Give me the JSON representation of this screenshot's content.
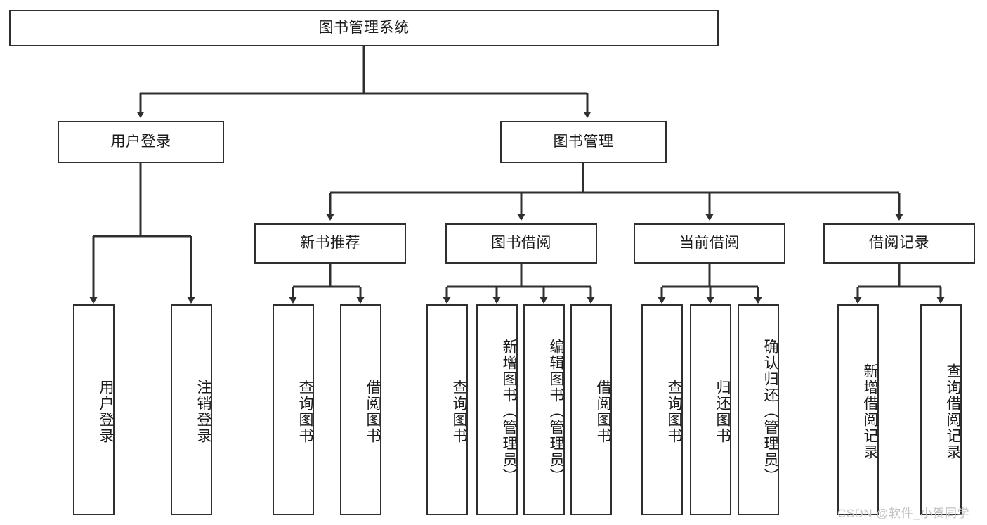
{
  "diagram": {
    "title_node": {
      "label": "图书管理系统"
    },
    "level1": [
      {
        "id": "user-login",
        "label": "用户登录"
      },
      {
        "id": "book-management",
        "label": "图书管理"
      }
    ],
    "level2": [
      {
        "id": "new-book-recommend",
        "label": "新书推荐"
      },
      {
        "id": "book-borrow",
        "label": "图书借阅"
      },
      {
        "id": "current-borrow",
        "label": "当前借阅"
      },
      {
        "id": "borrow-record",
        "label": "借阅记录"
      }
    ],
    "leaves": [
      {
        "id": "user-login-leaf",
        "label": "用户登录"
      },
      {
        "id": "logout-leaf",
        "label": "注销登录"
      },
      {
        "id": "query-book-1",
        "label": "查询图书"
      },
      {
        "id": "borrow-book-1",
        "label": "借阅图书"
      },
      {
        "id": "query-book-2",
        "label": "查询图书"
      },
      {
        "id": "add-book-admin",
        "label": "新增图书（管理员）"
      },
      {
        "id": "edit-book-admin",
        "label": "编辑图书（管理员）"
      },
      {
        "id": "borrow-book-2",
        "label": "借阅图书"
      },
      {
        "id": "query-book-3",
        "label": "查询图书"
      },
      {
        "id": "return-book",
        "label": "归还图书"
      },
      {
        "id": "confirm-return-admin",
        "label": "确认归还（管理员）"
      },
      {
        "id": "add-borrow-record",
        "label": "新增借阅记录"
      },
      {
        "id": "query-borrow-record",
        "label": "查询借阅记录"
      }
    ]
  },
  "watermark": {
    "text": "CSDN @软件_小贺同学"
  },
  "colors": {
    "border": "#2f2f2f",
    "text": "#1a1a1a",
    "background": "#ffffff",
    "watermark": "#c3c3c3"
  }
}
